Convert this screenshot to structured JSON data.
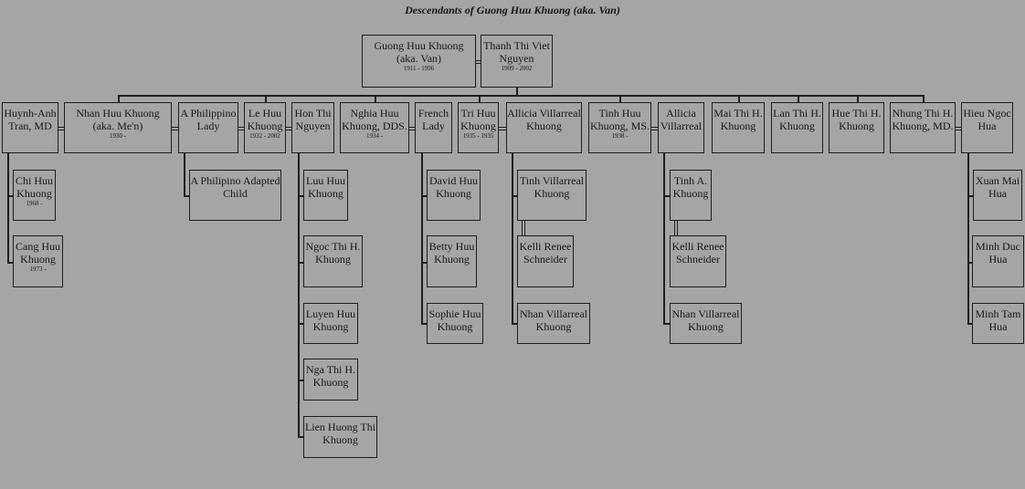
{
  "title": "Descendants of Guong Huu Khuong (aka. Van)",
  "root": [
    {
      "name": "Guong Huu Khuong (aka. Van)",
      "dates": "1911 - 1996"
    },
    {
      "name": "Thanh Thi Viet Nguyen",
      "dates": "1909 - 2002"
    }
  ],
  "generation2": [
    {
      "name": "Huynh-Anh Tran, MD",
      "dates": ""
    },
    {
      "name": "Nhan Huu Khuong (aka. Me'n)",
      "dates": "1930 -"
    },
    {
      "name": "A Philippino Lady",
      "dates": ""
    },
    {
      "name": "Le Huu Khuong",
      "dates": "1932 - 2002"
    },
    {
      "name": "Hon Thi Nguyen",
      "dates": ""
    },
    {
      "name": "Nghia Huu Khuong, DDS.",
      "dates": "1934 -"
    },
    {
      "name": "French Lady",
      "dates": ""
    },
    {
      "name": "Tri Huu Khuong",
      "dates": "1935 - 1935"
    },
    {
      "name": "Allicia Villarreal Khuong",
      "dates": ""
    },
    {
      "name": "Tinh Huu Khuong, MS.",
      "dates": "1938 -"
    },
    {
      "name": "Allicia Villarreal",
      "dates": ""
    },
    {
      "name": "Mai Thi H. Khuong",
      "dates": ""
    },
    {
      "name": "Lan Thi H. Khuong",
      "dates": ""
    },
    {
      "name": "Hue Thi H. Khuong",
      "dates": ""
    },
    {
      "name": "Nhung Thi H. Khuong, MD.",
      "dates": ""
    },
    {
      "name": "Hieu Ngoc Hua",
      "dates": ""
    }
  ],
  "generation3": [
    {
      "name": "Chi Huu Khuong",
      "dates": "1968 -"
    },
    {
      "name": "Cang Huu Khuong",
      "dates": "1973 -"
    },
    {
      "name": "A Philipino Adapted Child",
      "dates": ""
    },
    {
      "name": "Luu Huu Khuong",
      "dates": ""
    },
    {
      "name": "Ngoc Thi H. Khuong",
      "dates": ""
    },
    {
      "name": "Luyen Huu Khuong",
      "dates": ""
    },
    {
      "name": "Nga Thi H. Khuong",
      "dates": ""
    },
    {
      "name": "Lien Huong Thi Khuong",
      "dates": ""
    },
    {
      "name": "David Huu Khuong",
      "dates": ""
    },
    {
      "name": "Betty Huu Khuong",
      "dates": ""
    },
    {
      "name": "Sophie Huu Khuong",
      "dates": ""
    },
    {
      "name": "Tinh Villarreal Khuong",
      "dates": ""
    },
    {
      "name": "Kelli Renee Schneider",
      "dates": ""
    },
    {
      "name": "Nhan Villarreal Khuong",
      "dates": ""
    },
    {
      "name": "Tinh A. Khuong",
      "dates": ""
    },
    {
      "name": "Kelli Renee Schneider",
      "dates": ""
    },
    {
      "name": "Nhan Villarreal Khuong",
      "dates": ""
    },
    {
      "name": "Xuan Mai Hua",
      "dates": ""
    },
    {
      "name": "Minh Duc Hua",
      "dates": ""
    },
    {
      "name": "Minh Tam Hua",
      "dates": ""
    }
  ]
}
